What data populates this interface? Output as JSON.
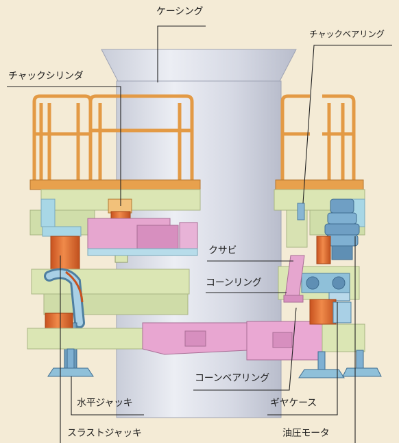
{
  "labels": {
    "casing": "ケーシング",
    "chuck_bearing": "チャックベアリング",
    "chuck_cylinder": "チャックシリンダ",
    "wedge": "クサビ",
    "cone_ring": "コーンリング",
    "cone_bearing": "コーンベアリング",
    "horizontal_jack": "水平ジャッキ",
    "gear_case": "ギヤケース",
    "thrust_jack": "スラストジャッキ",
    "hydraulic_motor": "油圧モータ"
  },
  "colors": {
    "background": "#f4ebd6",
    "casing": "#dde0ea",
    "frame_green": "#dbe6b6",
    "railing_orange": "#e6a150",
    "cylinder_orange": "#e2763a",
    "bearing_magenta": "#e5a5cf",
    "jack_blue": "#7fb3cf",
    "motor_blue": "#6f9fc4",
    "leader_line": "#222222"
  }
}
